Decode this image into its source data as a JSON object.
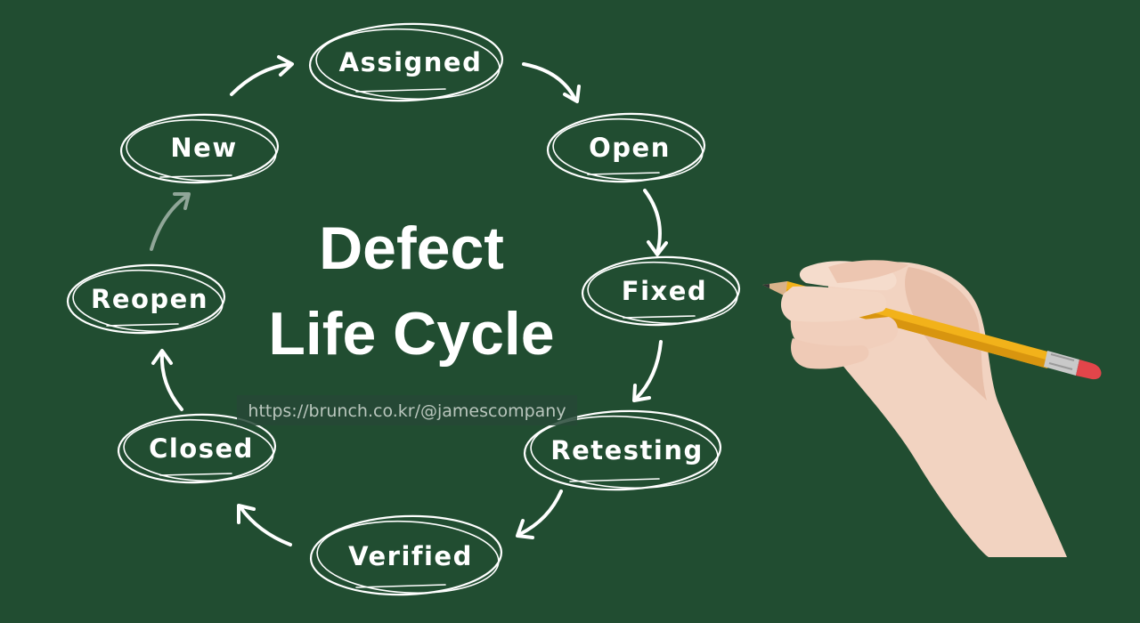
{
  "title": {
    "line1": "Defect",
    "line2": "Life Cycle"
  },
  "watermark": "https://brunch.co.kr/@jamescompany",
  "nodes": [
    {
      "id": "assigned",
      "label": "Assigned"
    },
    {
      "id": "open",
      "label": "Open"
    },
    {
      "id": "fixed",
      "label": "Fixed"
    },
    {
      "id": "retesting",
      "label": "Retesting"
    },
    {
      "id": "verified",
      "label": "Verified"
    },
    {
      "id": "closed",
      "label": "Closed"
    },
    {
      "id": "reopen",
      "label": "Reopen"
    },
    {
      "id": "new",
      "label": "New"
    }
  ],
  "colors": {
    "chalkboard": "#214d31",
    "chalk": "#ffffff",
    "pencil": "#f2b21a",
    "eraser": "#e2454a",
    "skin": "#f3d6c4"
  },
  "illustration": {
    "right_side": "hand-holding-pencil"
  }
}
